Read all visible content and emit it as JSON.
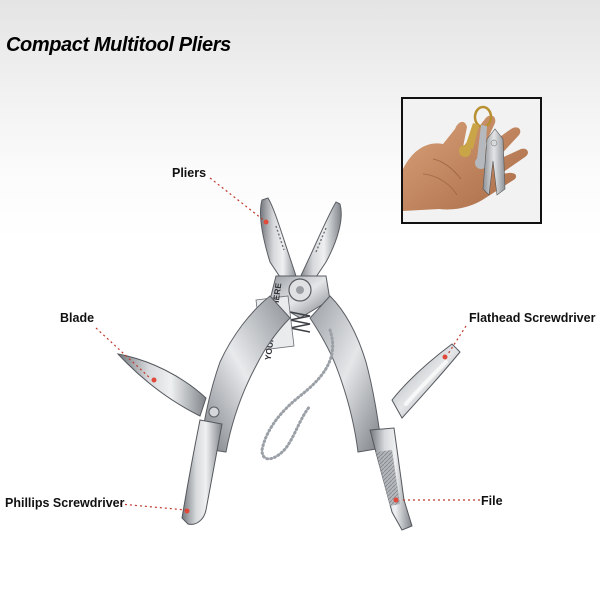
{
  "title": "Compact Multitool Pliers",
  "callouts": {
    "pliers": "Pliers",
    "blade": "Blade",
    "flathead": "Flathead Screwdriver",
    "phillips": "Phillips Screwdriver",
    "file": "File"
  },
  "engraving": "YOUR LOGO HERE",
  "colors": {
    "leader": "#c0392b",
    "steel": "#b9bcc0",
    "steel_dark": "#6d7176"
  }
}
